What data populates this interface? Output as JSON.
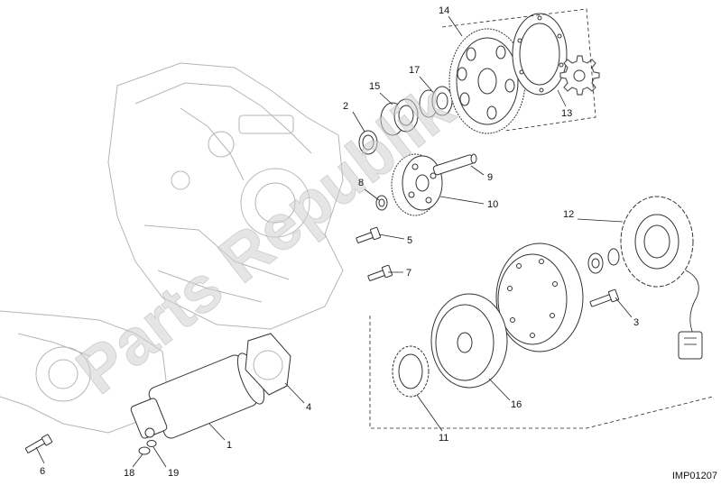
{
  "callouts": {
    "c1": "1",
    "c2": "2",
    "c3": "3",
    "c4": "4",
    "c5": "5",
    "c6": "6",
    "c7": "7",
    "c8": "8",
    "c9": "9",
    "c10": "10",
    "c11": "11",
    "c12": "12",
    "c13": "13",
    "c14": "14",
    "c15": "15",
    "c16": "16",
    "c17": "17",
    "c18": "18",
    "c19": "19"
  },
  "reference_code": "IMP01207",
  "watermark": "Parts Republik",
  "colors": {
    "line": "#222222",
    "watermark": "#cfcfcf",
    "background": "#ffffff"
  },
  "icons": {
    "gear_symbol": "gear-icon"
  }
}
